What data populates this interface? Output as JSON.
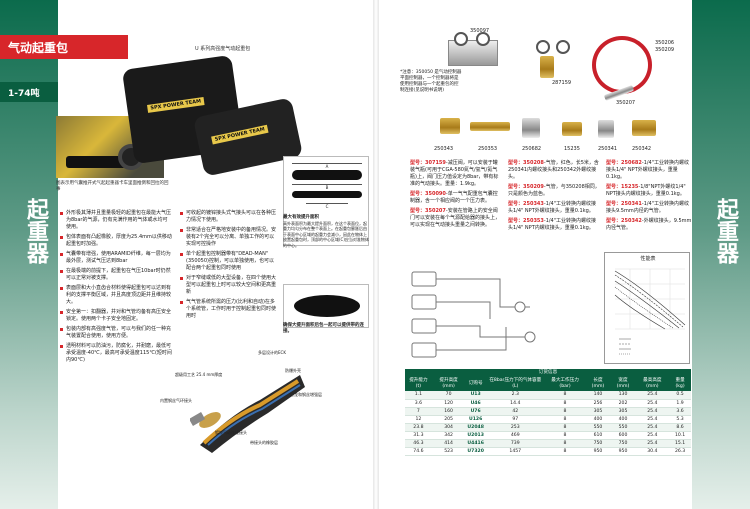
{
  "left": {
    "title": "气动起重包",
    "subtitle": "1-74吨",
    "vertical_text": "起重器",
    "photo_caption": "图表示用气囊推开式气起起重器卡车里面推倒和回拉的回事",
    "bags_caption": "U 系列高强度气动起重包",
    "bag_label_1": "SPX POWER TEAM",
    "bag_label_2": "SPX POWER TEAM",
    "bullets_col1": [
      "外形极其薄并且重量极轻的起重包在最能大气压为8bar的气源，仍有充满作用的气体或水均可使用。",
      "包体表面有凸起橡胶，厚度为25.4mm以供移动起重包时加强。",
      "气囊带有增强，使用ARAMID纤维，每一层均为最外层，测试气压达到8bar",
      "在最极端的前提下，起重包在气压10bar时仍然可以正常对被支撑。",
      "表面层和大小直齿合材料使得起重包可以达到有利的支撑平衡区域，并且高度顶边距并且维持较大。",
      "安全第一：扣翻器，并对和气管均备有高压安全锁定。使用两个卡子安全地固定。",
      "包装内部有高强度气管，可以与我们的任一种充气装置配合使用，使用方便。",
      "透明材料可以防油污，防腐化，并耐磨，最低可承受温度-40℃，最高可承受温度115℃(短时间内90℃)"
    ],
    "bullets_col2": [
      "可收起的镀锌接头式气接头可以在各种压力情况下使用。",
      "非常适合在严格地安装中的备用情况。安装有2个完全可以分离、单独工作的可以实现可控操作",
      "单个起重包控制器带有\"DEAD-MAN\" (350050)控制，可以单独使用，也可以配合两个起重包同时使用",
      "对于窄缝或低的大型设备，在四个使用大型可以起重包上时可以较大空间和更高重新",
      "气气管系统所需的压力(比利和自动)在多个系统管，工作时用于控制起重包同时使用时"
    ],
    "diagram_dims": [
      "A",
      "B",
      "C"
    ],
    "diagram_note_title": "最大有效提升面积",
    "diagram_note_text": "高外表面积为最大提升面积，在这个表面位，起重力均匀分布在整个表面上。在起重包膨胀后由于表面中心区域的起重力会减小，因此在物体上放置起重包时，顶部的中心区域(C)应当对准物体的中心。",
    "diagram2_note": "确保大提升面积后包一起可以提供带的连接。",
    "cutaway_labels": [
      "多层设计的ECK",
      "防爆外壳",
      "超级用工艺 25.4 mm厚度",
      "尼龙和钢丝增强层",
      "内置钢丝气环接头",
      "镀锌气动连接接头",
      "带接头的橡胶层"
    ]
  },
  "right": {
    "vertical_text": "起重器",
    "gauge_note": "*注意：350050 是气动控制器平面控制器，一个控制器将是使用控制器与一个起重包的控制连接(见说明书说明)",
    "parts_top": [
      "350097",
      "350206",
      "350209",
      "287159",
      "350207"
    ],
    "parts_fittings": [
      "250343",
      "250353",
      "250682",
      "15235",
      "250341",
      "250342"
    ],
    "descriptions": [
      {
        "model": "307159",
        "text": "-减压阀，可以安装于罐装气瓶(可用于CGA-580氮气/氩气/氦气瓶)上，阀门压力值设定为8bar，带有标准的气动接头。重量：1.9kg。"
      },
      {
        "model": "350090",
        "text": "-单一气气配重包气囊控制器，含一个相应阀的一个压力表。"
      },
      {
        "model": "350207",
        "text": "-安装在管路上的安全阀门可以安装在每个气源配给器的接头上，可以实现在气动接头重量之间转换。"
      },
      {
        "model": "350208",
        "text": "-气管，红色，长5米，含250341内螺纹接头和250342外螺纹接头。"
      },
      {
        "model": "350209",
        "text": "-气管，与350208相同，只是颜色为蓝色。"
      },
      {
        "model": "250343",
        "text": "-1/4\"工业转换内螺纹接头1/4\" NPT外螺纹接头，重量0.1kg。"
      },
      {
        "model": "250353",
        "text": "-1/4\"工业转换内螺纹接头1/4\" NPT内螺纹接头，重量0.1kg。"
      },
      {
        "model": "250682",
        "text": "-1/4\"工业转换内螺纹接头1/4\" NPT外螺纹接头，重量0.1kg。"
      },
      {
        "model": "15235",
        "text": "-1/8\"NPT外螺纹1/4\" NPT接头内螺纹接头，重量0.1kg。"
      },
      {
        "model": "250341",
        "text": "-1/4\"工业转换内螺纹接头9.5mm内径的气管。"
      },
      {
        "model": "250342",
        "text": "-外螺纹接头，9.5mm内径气管。"
      }
    ],
    "perf_title": "性能表",
    "table": {
      "group_label": "订货信息",
      "headers": [
        "提升能力(t)",
        "提升高度(mm)",
        "订购号",
        "在8bar压力下的气体容量(L)",
        "最大工作压力(bar)",
        "长度(mm)",
        "宽度(mm)",
        "最高高度(mm)",
        "重量(kg)"
      ],
      "rows": [
        [
          "1.1",
          "70",
          "U13",
          "2.3",
          "8",
          "140",
          "130",
          "25.4",
          "0.5"
        ],
        [
          "3.6",
          "120",
          "U46",
          "14.4",
          "8",
          "256",
          "202",
          "25.4",
          "1.9"
        ],
        [
          "7",
          "160",
          "U76",
          "42",
          "8",
          "305",
          "305",
          "25.4",
          "3.6"
        ],
        [
          "12",
          "205",
          "U126",
          "97",
          "8",
          "400",
          "400",
          "25.4",
          "5.3"
        ],
        [
          "23.8",
          "304",
          "U2048",
          "253",
          "8",
          "550",
          "550",
          "25.4",
          "8.6"
        ],
        [
          "31.3",
          "342",
          "U2013",
          "469",
          "8",
          "610",
          "600",
          "25.4",
          "10.1"
        ],
        [
          "46.3",
          "414",
          "U4416",
          "739",
          "8",
          "750",
          "750",
          "25.4",
          "15.1"
        ],
        [
          "74.6",
          "523",
          "U7320",
          "1457",
          "8",
          "950",
          "950",
          "30.4",
          "26.3"
        ]
      ]
    }
  },
  "colors": {
    "accent_red": "#d7262a",
    "brand_green": "#0a5e40"
  }
}
